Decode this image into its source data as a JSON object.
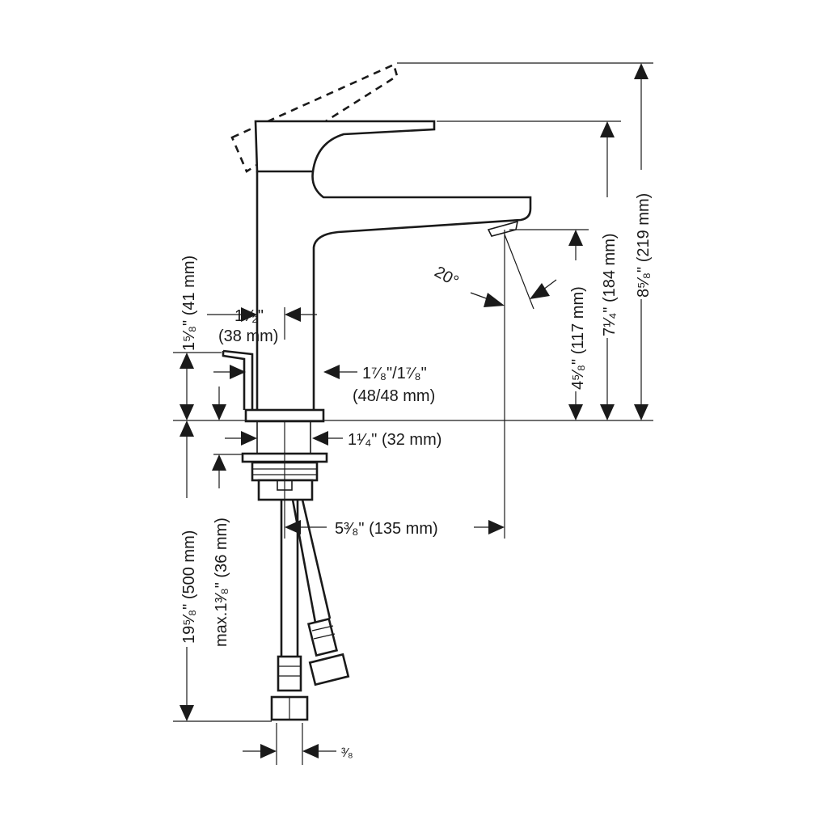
{
  "dimensions": {
    "total_height": "8⁵⁄₈\" (219 mm)",
    "handle_height": "7¹⁄₄\" (184 mm)",
    "spout_height": "4⁵⁄₈\" (117 mm)",
    "spout_angle": "20°",
    "handle_offset_in": "1¹⁄₂\"",
    "handle_offset_mm": "(38 mm)",
    "pop_up_height": "1⁵⁄₈\" (41 mm)",
    "base_diameter_in": "1⁷⁄₈\"/1⁷⁄₈\"",
    "base_diameter_mm": "(48/48 mm)",
    "shank_diameter": "1¹⁄₄\" (32 mm)",
    "spout_reach": "5³⁄₈\" (135 mm)",
    "hose_length": "19⁵⁄₈\" (500 mm)",
    "max_counter_thickness": "max.1³⁄₈\" (36 mm)",
    "connection_size": "³⁄₈"
  }
}
